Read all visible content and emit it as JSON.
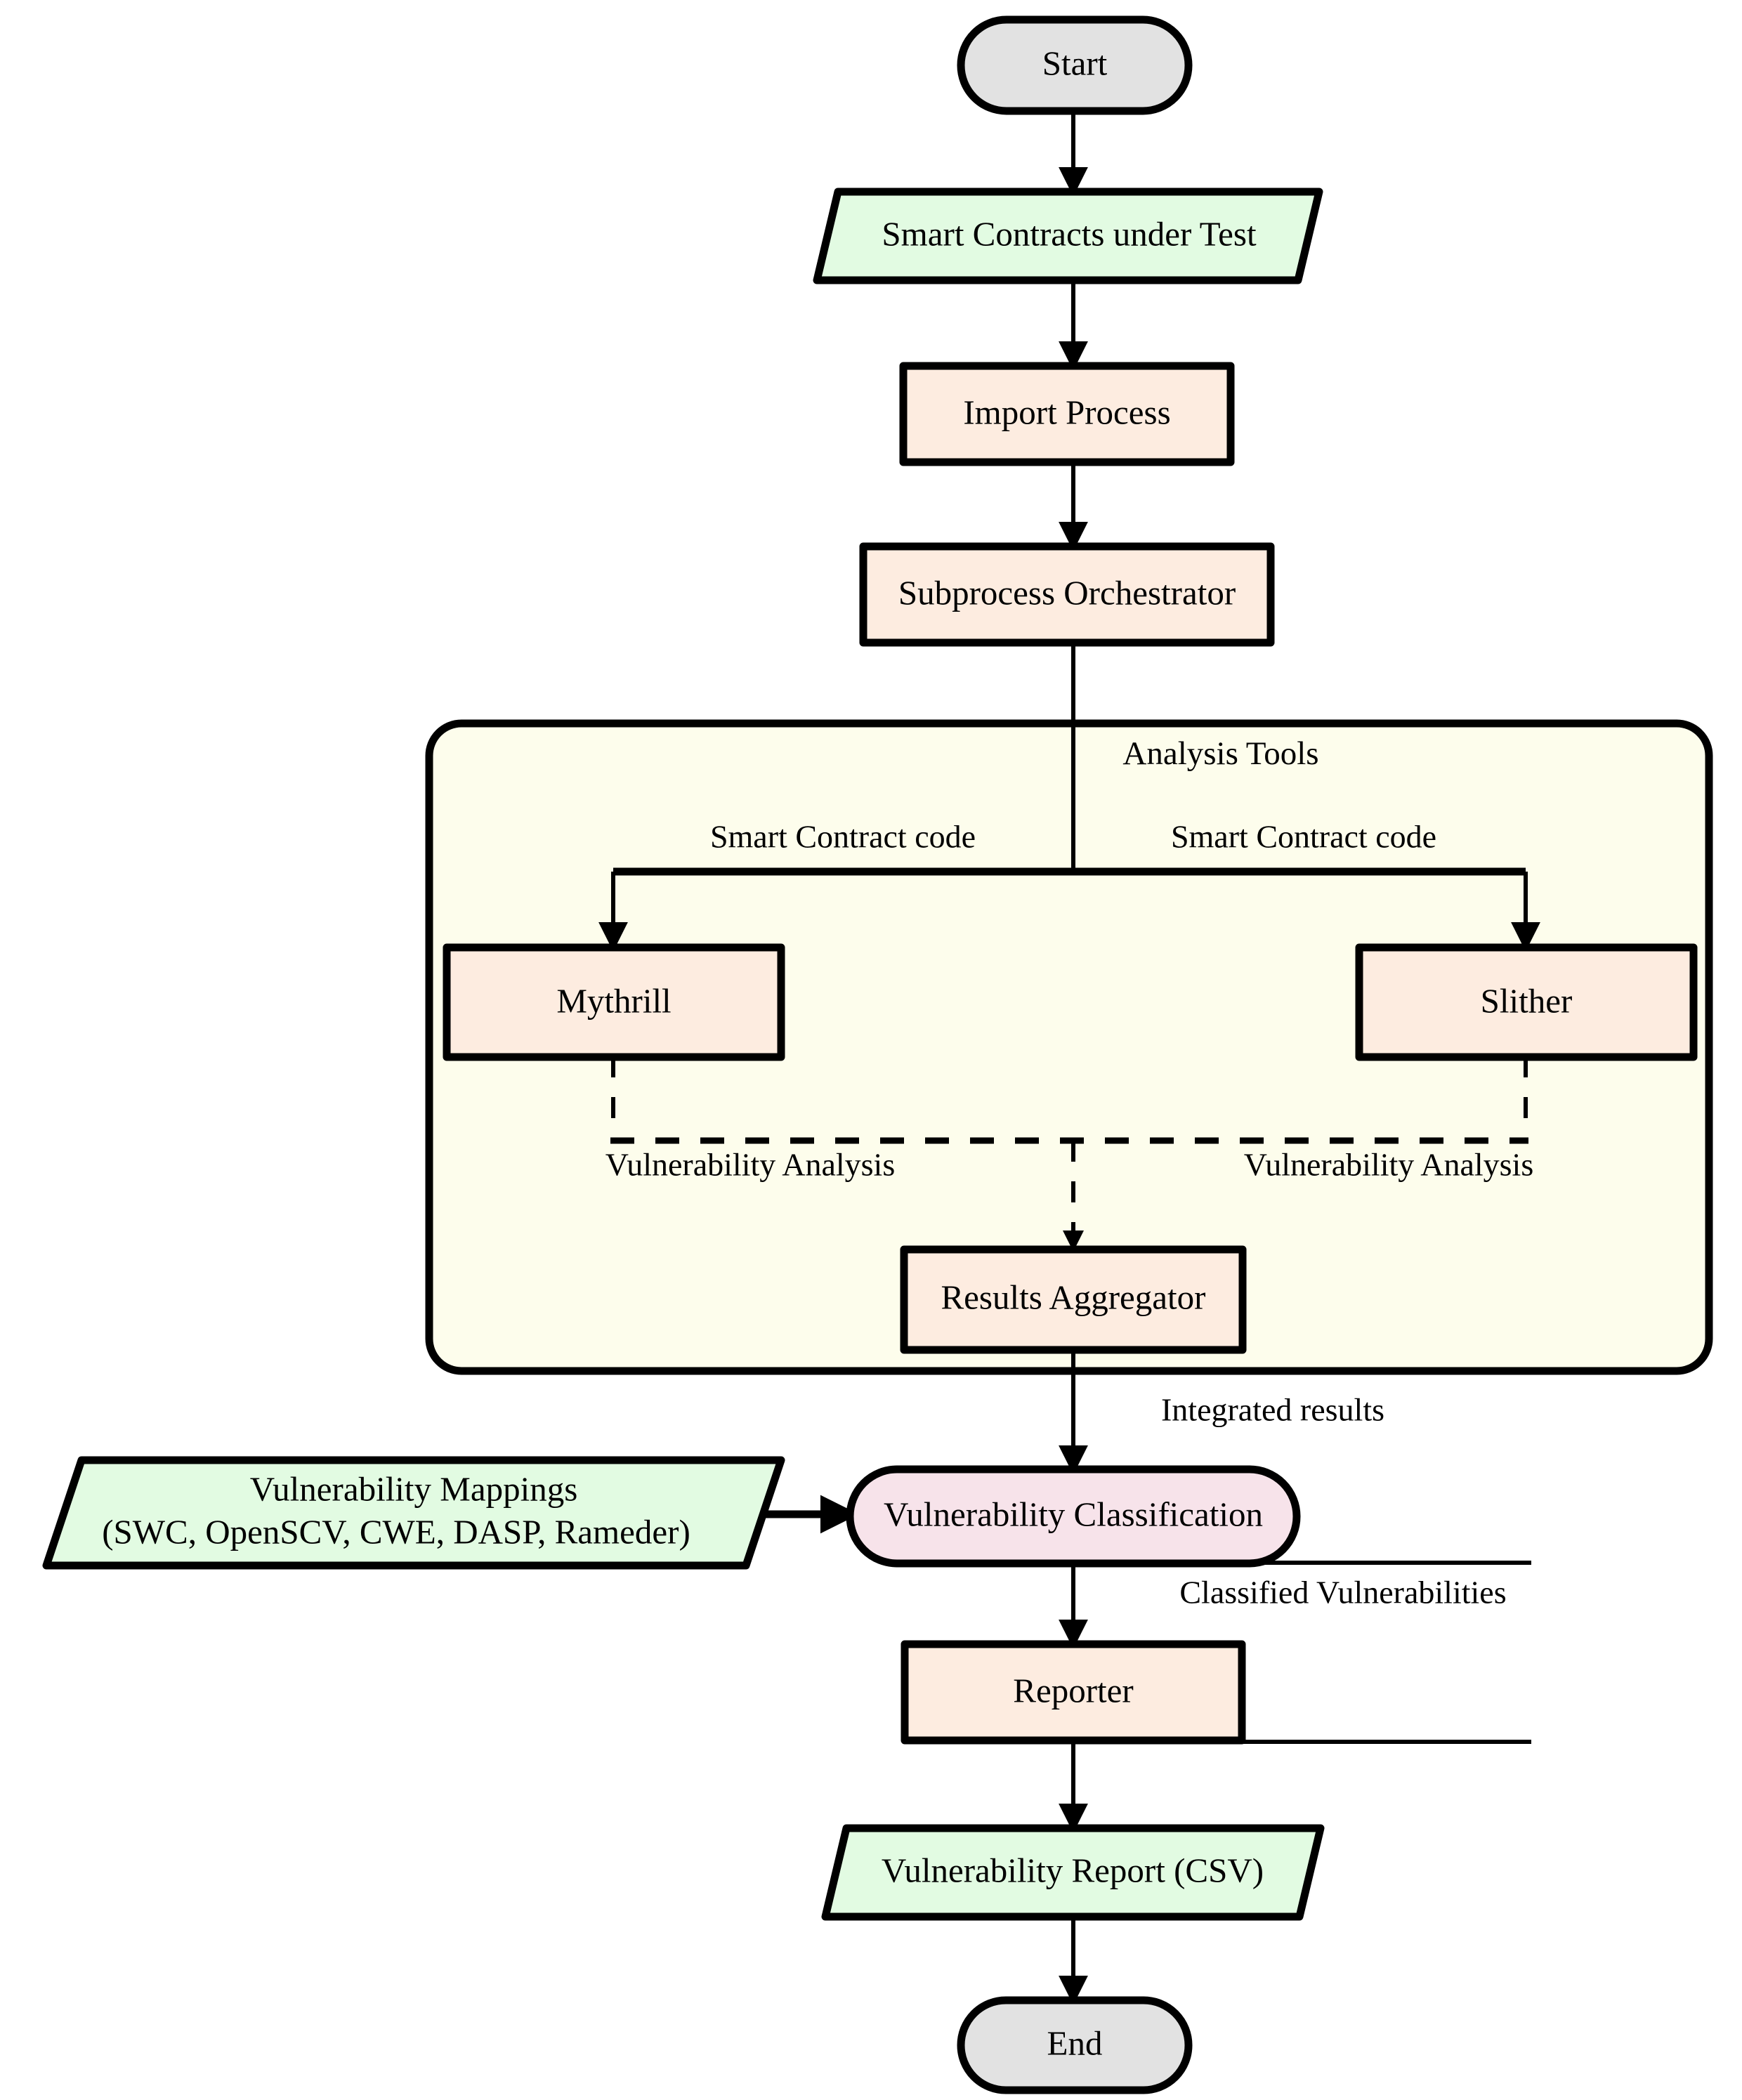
{
  "diagram": {
    "type": "flowchart",
    "orientation": "top-to-bottom",
    "title_visible": false,
    "colors": {
      "terminal_fill": "#e2e2e2",
      "data_fill": "#e2fbe2",
      "process_fill": "#fdece0",
      "classification_fill": "#f7e3ea",
      "group_fill": "#fdfdec",
      "stroke": "#000000",
      "text": "#000000"
    },
    "nodes": {
      "start": {
        "label": "Start",
        "shape": "stadium"
      },
      "contracts": {
        "label": "Smart Contracts under Test",
        "shape": "parallelogram"
      },
      "import": {
        "label": "Import Process",
        "shape": "rectangle"
      },
      "orchestrator": {
        "label": "Subprocess Orchestrator",
        "shape": "rectangle"
      },
      "mythrill": {
        "label": "Mythrill",
        "shape": "rectangle"
      },
      "slither": {
        "label": "Slither",
        "shape": "rectangle"
      },
      "aggregator": {
        "label": "Results Aggregator",
        "shape": "rectangle"
      },
      "mappings": {
        "label_line1": "Vulnerability Mappings",
        "label_line2": "(SWC, OpenSCV, CWE, DASP, Rameder)",
        "shape": "parallelogram"
      },
      "classification": {
        "label": "Vulnerability Classification",
        "shape": "stadium"
      },
      "reporter": {
        "label": "Reporter",
        "shape": "rectangle"
      },
      "report": {
        "label": "Vulnerability Report (CSV)",
        "shape": "parallelogram"
      },
      "end": {
        "label": "End",
        "shape": "stadium"
      }
    },
    "group": {
      "label": "Analysis Tools"
    },
    "edge_labels": {
      "to_mythrill": "Smart Contract code",
      "to_slither": "Smart Contract code",
      "from_mythrill": "Vulnerability Analysis",
      "from_slither": "Vulnerability Analysis",
      "integrated_results": "Integrated results",
      "classified_vulnerabilities": "Classified Vulnerabilities"
    }
  }
}
